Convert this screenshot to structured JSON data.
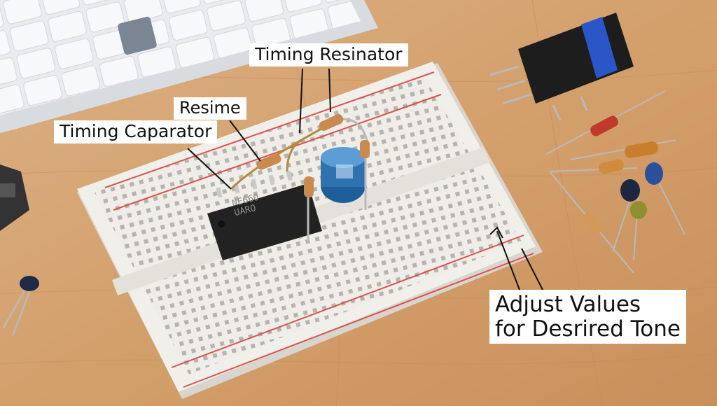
{
  "labels": {
    "timing_resinator": "Timing Resinator",
    "resime": "Resime",
    "timing_caparator": "Timing Caparator",
    "adjust_line1": "Adjust Values",
    "adjust_line2": "for Desrired Tone"
  },
  "chip": {
    "line1": "NE660",
    "line2": "UARO"
  },
  "colors": {
    "table": "#d7a877",
    "breadboard": "#f1efe9",
    "rail_red": "#d9534f",
    "chip_body": "#222222",
    "capacitor": "#2f72b0",
    "resistor_body": "#c88a4f",
    "label_bg": "#ffffff"
  }
}
